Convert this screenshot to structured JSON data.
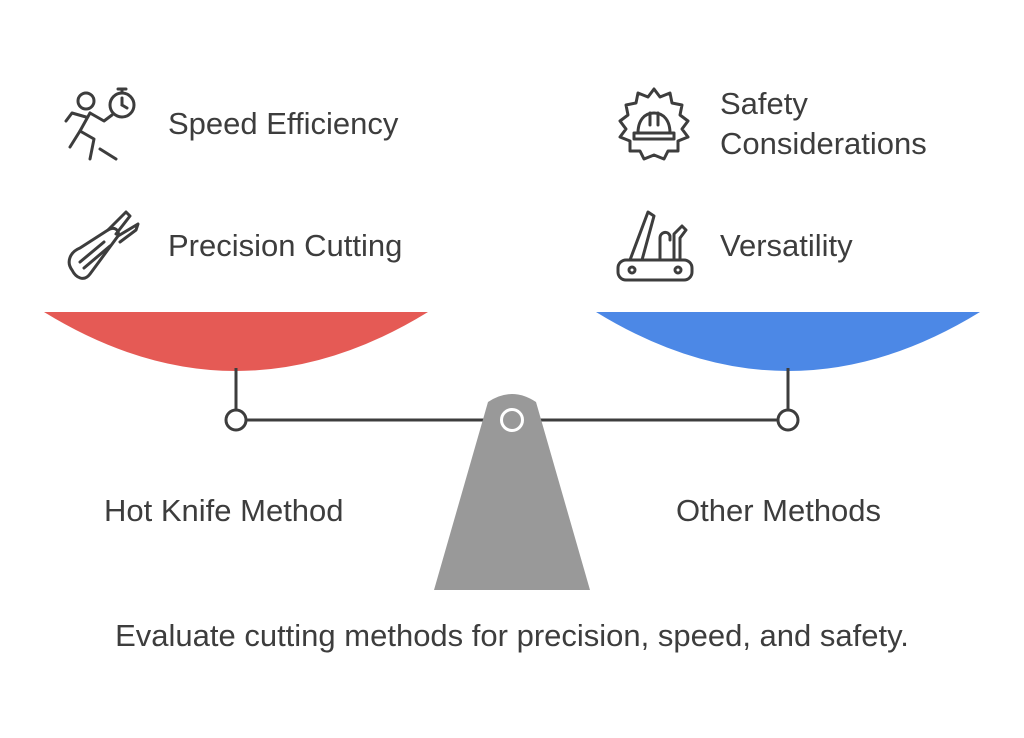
{
  "left_side": {
    "label": "Hot Knife Method",
    "pan_color": "#e55a55",
    "factors": [
      {
        "label": "Speed Efficiency",
        "icon": "running-person-stopwatch-icon"
      },
      {
        "label": "Precision Cutting",
        "icon": "thread-snips-icon"
      }
    ]
  },
  "right_side": {
    "label": "Other Methods",
    "pan_color": "#4c88e6",
    "factors": [
      {
        "label": "Safety Considerations",
        "label_lines": [
          "Safety",
          "Considerations"
        ],
        "icon": "gear-hard-hat-icon"
      },
      {
        "label": "Versatility",
        "icon": "multi-tool-knife-icon"
      }
    ]
  },
  "caption": "Evaluate cutting methods for precision, speed, and safety.",
  "colors": {
    "text": "#3d3d3d",
    "beam": "#3d3d3d",
    "fulcrum": "#999999",
    "icon_stroke": "#3d3d3d"
  }
}
